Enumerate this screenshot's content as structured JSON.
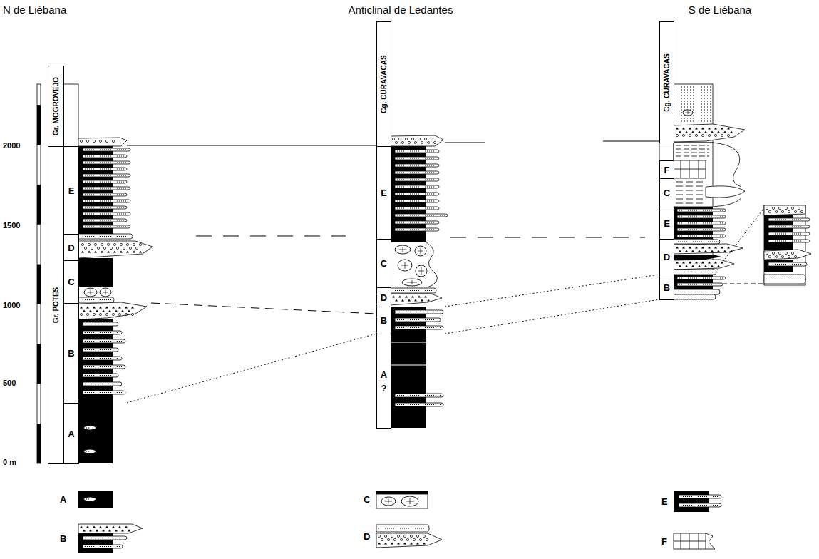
{
  "diagram": {
    "nodes": [
      {
        "text": [
          "Gr. MOGROVEJO"
        ]
      },
      {
        "text": [
          "Gr. POTES"
        ]
      },
      {
        "text": [
          "E"
        ]
      },
      {
        "text": [
          "D"
        ]
      },
      {
        "text": [
          "C"
        ]
      },
      {
        "text": [
          "B"
        ]
      },
      {
        "text": [
          "A"
        ]
      },
      {
        "text": [
          "Cg. CURAVACAS"
        ]
      },
      {
        "text": [
          "E"
        ]
      },
      {
        "text": [
          "C"
        ]
      },
      {
        "text": [
          "D"
        ]
      },
      {
        "text": [
          "B"
        ]
      },
      {
        "text": [
          "A",
          "?"
        ]
      },
      {
        "text": [
          "Cg. CURAVACAS"
        ]
      },
      {
        "text": [
          "F"
        ]
      },
      {
        "text": [
          "C"
        ]
      },
      {
        "text": [
          "E"
        ]
      },
      {
        "text": [
          "D"
        ]
      },
      {
        "text": [
          "B"
        ]
      }
    ],
    "labels": [
      "N de Liébana",
      "Anticlinal de Ledantes",
      "S de Liébana",
      "2000",
      "1500",
      "1000",
      "500",
      "0 m"
    ],
    "legend": [
      {
        "text": "A"
      },
      {
        "text": "B"
      },
      {
        "text": "C"
      },
      {
        "text": "D"
      },
      {
        "text": "E"
      },
      {
        "text": "F"
      }
    ]
  }
}
